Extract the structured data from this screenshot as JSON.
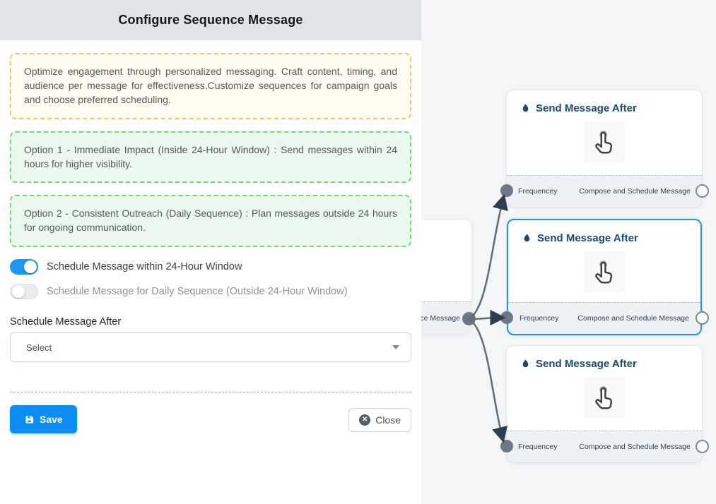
{
  "panel": {
    "title": "Configure Sequence Message",
    "intro_note": "Optimize engagement through personalized messaging. Craft content, timing, and audience per message for effectiveness.Customize sequences for campaign goals and choose preferred scheduling.",
    "option1_note": "Option 1 - Immediate Impact (Inside 24-Hour Window) : Send messages within 24 hours for higher visibility.",
    "option2_note": "Option 2 - Consistent Outreach (Daily Sequence) : Plan messages outside 24 hours for ongoing communication.",
    "toggle_24h": {
      "label": "Schedule Message within 24-Hour Window",
      "state": "on"
    },
    "toggle_daily": {
      "label": "Schedule Message for Daily Sequence (Outside 24-Hour Window)",
      "state": "off"
    },
    "schedule_after_label": "Schedule Message After",
    "select_placeholder": "Select",
    "save_label": "Save",
    "close_label": "Close"
  },
  "flow": {
    "source_node": {
      "visible_footer_text": "ce Message"
    },
    "nodes": [
      {
        "title": "Send Message After",
        "footer_left": "Frequencey",
        "footer_right": "Compose and Schedule Message",
        "selected": false
      },
      {
        "title": "Send Message After",
        "footer_left": "Frequencey",
        "footer_right": "Compose and Schedule Message",
        "selected": true
      },
      {
        "title": "Send Message After",
        "footer_left": "Frequencey",
        "footer_right": "Compose and Schedule Message",
        "selected": false
      }
    ]
  },
  "colors": {
    "accent_blue": "#0d8df3",
    "toggle_on": "#1b96f3",
    "selected_node_border": "#2193f0",
    "note_yellow_border": "#f2c263",
    "note_yellow_bg": "#fffdf1",
    "note_green_border": "#74d874",
    "note_green_bg": "#eaf8ee",
    "node_title_color": "#1b4a68",
    "edge_color": "#5f6b7a",
    "flow_background": "#f4f5f7",
    "header_background": "#e0e4e9"
  }
}
